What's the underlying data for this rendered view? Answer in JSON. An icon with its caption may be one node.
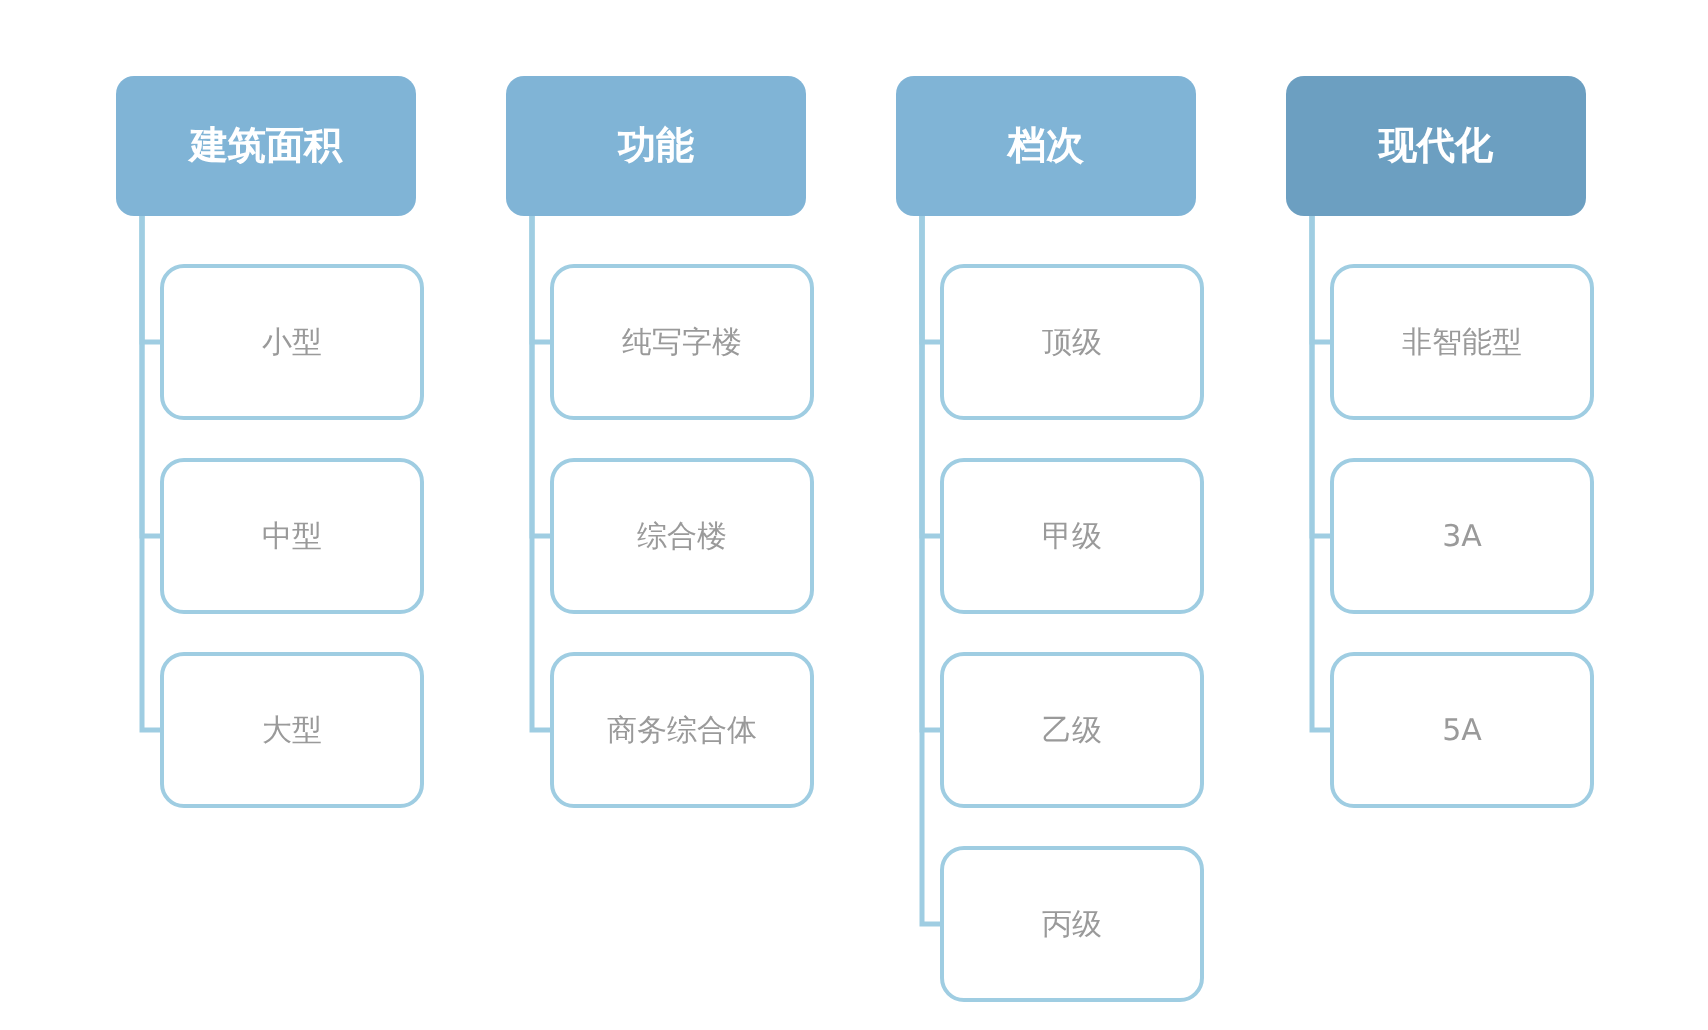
{
  "diagram": {
    "nodes": [
      {
        "text": [
          "建筑面积"
        ]
      },
      {
        "text": [
          "小型"
        ]
      },
      {
        "text": [
          "中型"
        ]
      },
      {
        "text": [
          "大型"
        ]
      },
      {
        "text": [
          "功能"
        ]
      },
      {
        "text": [
          "纯写字楼"
        ]
      },
      {
        "text": [
          "综合楼"
        ]
      },
      {
        "text": [
          "商务综合体"
        ]
      },
      {
        "text": [
          "档次"
        ]
      },
      {
        "text": [
          "顶级"
        ]
      },
      {
        "text": [
          "甲级"
        ]
      },
      {
        "text": [
          "乙级"
        ]
      },
      {
        "text": [
          "丙级"
        ]
      },
      {
        "text": [
          "现代化"
        ]
      },
      {
        "text": [
          "非智能型"
        ]
      },
      {
        "text": [
          "3A"
        ]
      },
      {
        "text": [
          "5A"
        ]
      }
    ],
    "edges": [
      {
        "from": 0,
        "to": 1,
        "arrow": "none"
      },
      {
        "from": 0,
        "to": 2,
        "arrow": "none"
      },
      {
        "from": 0,
        "to": 3,
        "arrow": "none"
      },
      {
        "from": 4,
        "to": 5,
        "arrow": "none"
      },
      {
        "from": 4,
        "to": 6,
        "arrow": "none"
      },
      {
        "from": 4,
        "to": 7,
        "arrow": "none"
      },
      {
        "from": 8,
        "to": 9,
        "arrow": "none"
      },
      {
        "from": 8,
        "to": 10,
        "arrow": "none"
      },
      {
        "from": 8,
        "to": 11,
        "arrow": "none"
      },
      {
        "from": 8,
        "to": 12,
        "arrow": "none"
      },
      {
        "from": 13,
        "to": 14,
        "arrow": "none"
      },
      {
        "from": 13,
        "to": 15,
        "arrow": "none"
      },
      {
        "from": 13,
        "to": 16,
        "arrow": "none"
      }
    ]
  }
}
